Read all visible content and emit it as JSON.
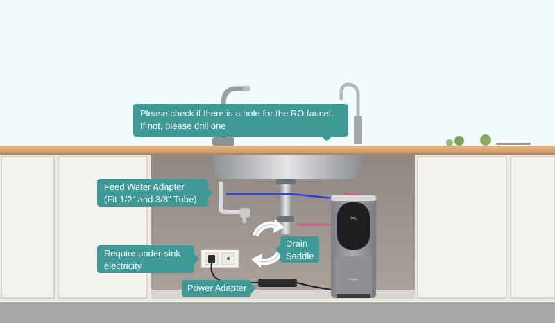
{
  "callouts": {
    "ro_faucet": {
      "line1": "Please check if there is a hole for the RO faucet.",
      "line2": "If not, please drill one"
    },
    "feed_water": {
      "line1": "Feed Water Adapter",
      "line2": "(Fit 1/2\" and 3/8\" Tube)"
    },
    "electricity": {
      "line1": "Require under-sink",
      "line2": "electricity"
    },
    "drain_saddle": {
      "line1": "Drain",
      "line2": "Saddle"
    },
    "power_adapter": {
      "label": "Power Adapter"
    }
  },
  "purifier": {
    "display_text": "25",
    "brand_text": "Simpure"
  },
  "colors": {
    "callout": "#3f9a97",
    "countertop": "#d8a878",
    "cabinet": "#eceae6",
    "cavity": "#9e958f",
    "cold_line": "#2f45d8",
    "pure_line": "#e0508a",
    "floor": "#a7a7a7"
  }
}
